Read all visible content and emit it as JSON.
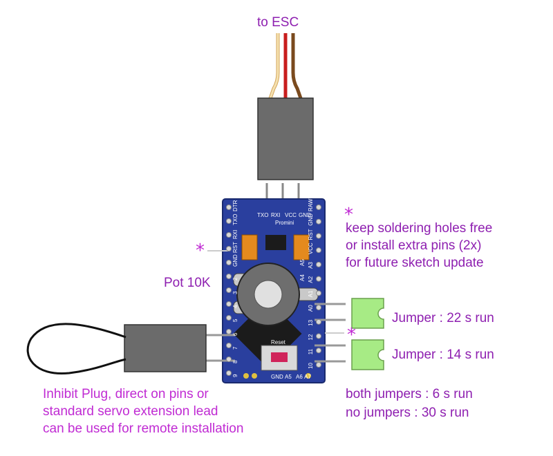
{
  "labels": {
    "to_esc": "to ESC",
    "star_top": "*",
    "star_left": "*",
    "star_right": "*",
    "keep_line1": "keep soldering holes free",
    "keep_line2": "or install extra pins (2x)",
    "keep_line3": "for future sketch update",
    "pot": "Pot 10K",
    "jumper1": "Jumper :  22 s run",
    "jumper2": "Jumper :  14 s run",
    "both_jumpers": "both jumpers :  6 s run",
    "no_jumpers": "no jumpers :  30 s run",
    "inhibit_line1": "Inhibit Plug, direct on pins or",
    "inhibit_line2": "standard servo extension lead",
    "inhibit_line3": "can be used for remote installation"
  },
  "board": {
    "top_pins": [
      "TXO",
      "RXI",
      "VCC",
      "GND"
    ],
    "top_text": "Promini",
    "left_pins": [
      "DTR",
      "TXO",
      "RXI",
      "RST",
      "GND",
      "2",
      "3",
      "4",
      "5",
      "6",
      "7",
      "8",
      "9"
    ],
    "right_pins": [
      "RAW",
      "GND",
      "RST",
      "VCC",
      "A3",
      "A2",
      "A1",
      "A0",
      "13",
      "12",
      "11",
      "10"
    ],
    "right_extra": [
      "A5",
      "A4"
    ],
    "bottom_pins": [
      "GND",
      "A5",
      "A6",
      "A7"
    ],
    "reset_label": "Reset"
  },
  "colors": {
    "label": "#c02bd3",
    "board": "#2a3f9e",
    "connector": "#6b6b6b",
    "jumper": "#a7eb85",
    "wire_brown": "#8b5a2b",
    "wire_red": "#cc1f1f",
    "wire_tan": "#e0c07a"
  }
}
